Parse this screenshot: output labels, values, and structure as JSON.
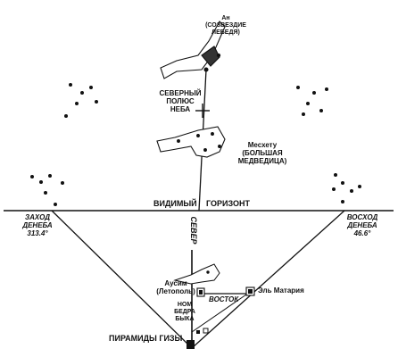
{
  "labels": {
    "an": [
      "Ан",
      "(СОЗВЕЗДИЕ",
      "ЛЕБЕДЯ)"
    ],
    "north_pole": [
      "СЕВЕРНЫЙ",
      "ПОЛЮС",
      "НЕБА"
    ],
    "meskhetu": [
      "Месхету",
      "(БОЛЬШАЯ",
      "МЕДВЕДИЦА)"
    ],
    "horizon_left": "ВИДИМЫЙ",
    "horizon_right": "ГОРИЗОНТ",
    "north": "СЕВЕР",
    "deneb_set": [
      "ЗАХОД",
      "ДЕНЕБА",
      "313.4°"
    ],
    "deneb_rise": [
      "ВОСХОД",
      "ДЕНЕБА",
      "46.6°"
    ],
    "ausim": [
      "Аусим",
      "(Летополь)"
    ],
    "east": "ВОСТОК",
    "el_mataria": "Эль Матария",
    "nom": [
      "НОМ",
      "БЕДРА",
      "БЫКА"
    ],
    "pyramids": "ПИРАМИДЫ ГИЗЫ"
  }
}
